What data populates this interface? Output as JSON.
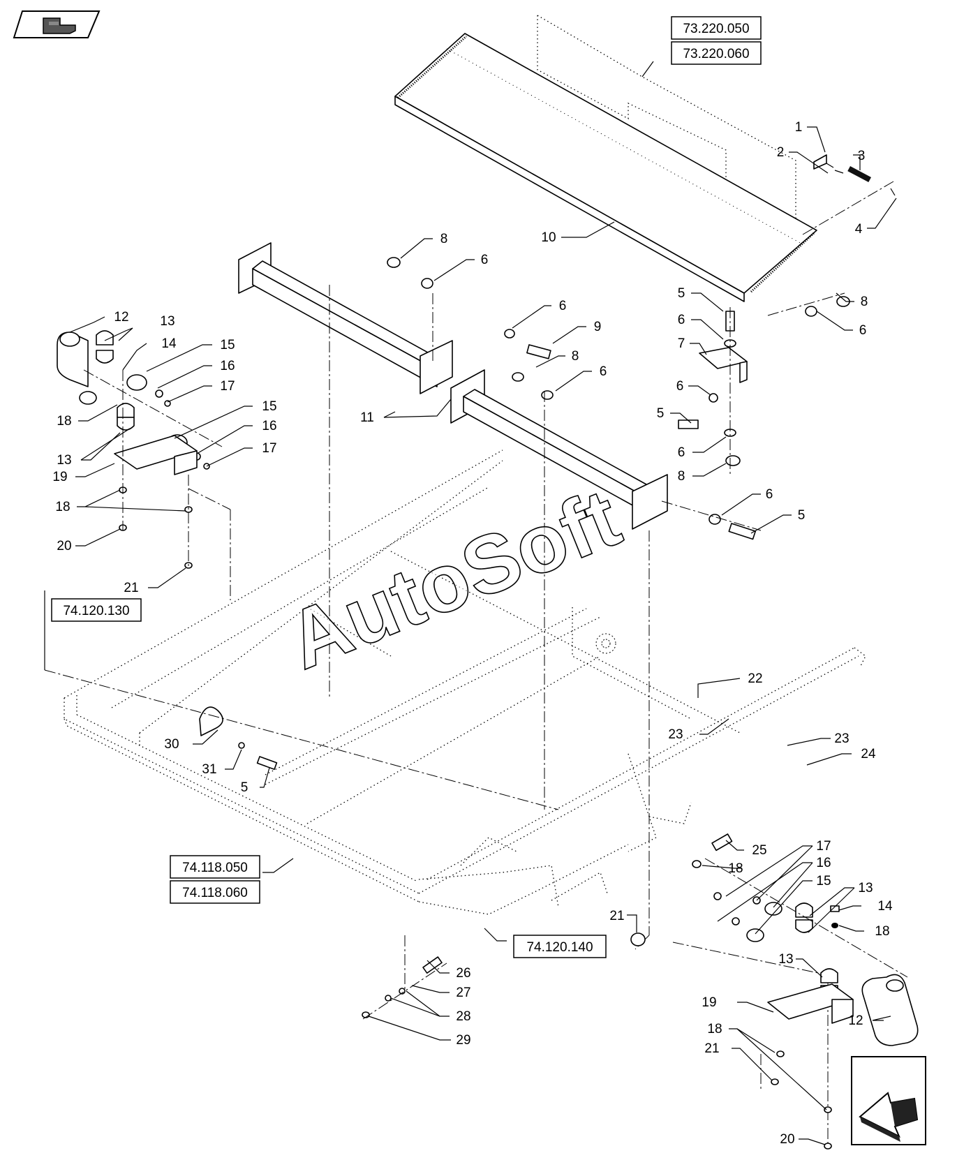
{
  "watermark": "AutoSoft",
  "navigation": {
    "prev_icon": "back-arrow-icon",
    "next_icon": "forward-arrow-icon"
  },
  "ref_boxes": [
    "73.220.050",
    "73.220.060",
    "74.120.130",
    "74.118.050",
    "74.118.060",
    "74.120.140"
  ],
  "callouts": [
    "1",
    "2",
    "3",
    "4",
    "10",
    "8",
    "6",
    "6",
    "8",
    "6",
    "9",
    "8",
    "6",
    "5",
    "6",
    "7",
    "6",
    "5",
    "6",
    "8",
    "6",
    "5",
    "11",
    "12",
    "13",
    "14",
    "15",
    "16",
    "17",
    "18",
    "13",
    "15",
    "16",
    "17",
    "19",
    "18",
    "20",
    "21",
    "22",
    "23",
    "23",
    "24",
    "30",
    "31",
    "5",
    "25",
    "17",
    "18",
    "16",
    "15",
    "13",
    "14",
    "18",
    "13",
    "21",
    "12",
    "19",
    "18",
    "21",
    "20",
    "26",
    "27",
    "28",
    "29"
  ]
}
